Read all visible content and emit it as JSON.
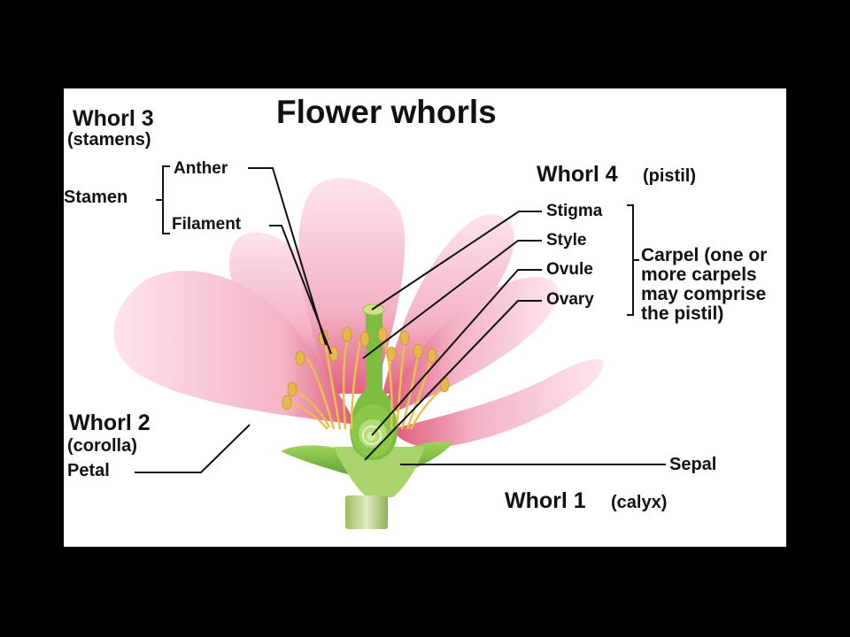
{
  "title": "Flower whorls",
  "whorl3": {
    "heading": "Whorl 3",
    "sub": "(stamens)"
  },
  "stamen": {
    "label": "Stamen",
    "parts": [
      "Anther",
      "Filament"
    ]
  },
  "whorl4": {
    "heading": "Whorl 4",
    "sub": "(pistil)"
  },
  "pistil_parts": [
    "Stigma",
    "Style",
    "Ovule",
    "Ovary"
  ],
  "carpel": "Carpel (one or more carpels may comprise the pistil)",
  "whorl2": {
    "heading": "Whorl 2",
    "sub": "(corolla)",
    "part": "Petal"
  },
  "whorl1": {
    "heading": "Whorl 1",
    "sub": "(calyx)",
    "part": "Sepal"
  },
  "colors": {
    "background": "#000000",
    "panel": "#ffffff",
    "petal": "#f4b7c9",
    "petal_dark": "#e0607f",
    "sepal": "#7cc242",
    "anther": "#e8b84a",
    "leader_line": "#111111"
  }
}
